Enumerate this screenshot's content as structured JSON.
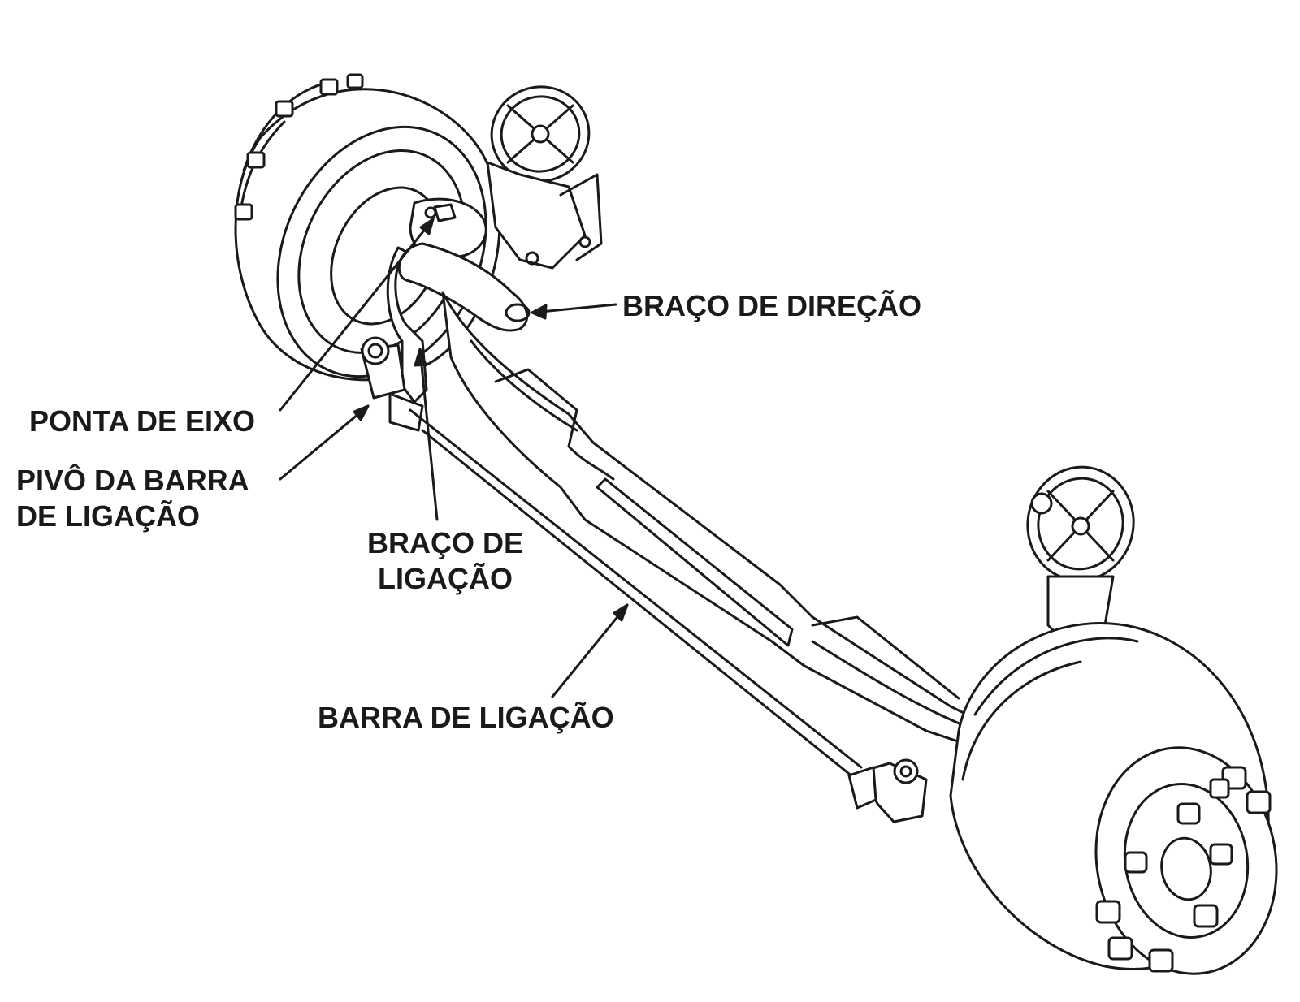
{
  "labels": {
    "braco_direcao": "BRAÇO DE DIREÇÃO",
    "ponta_eixo": "PONTA DE EIXO",
    "pivo_line1": "PIVÔ DA BARRA",
    "pivo_line2": "DE LIGAÇÃO",
    "braco_ligacao_line1": "BRAÇO DE",
    "braco_ligacao_line2": "LIGAÇÃO",
    "barra_ligacao": "BARRA DE LIGAÇÃO"
  },
  "colors": {
    "ink": "#1a1a1a",
    "background": "#ffffff"
  }
}
